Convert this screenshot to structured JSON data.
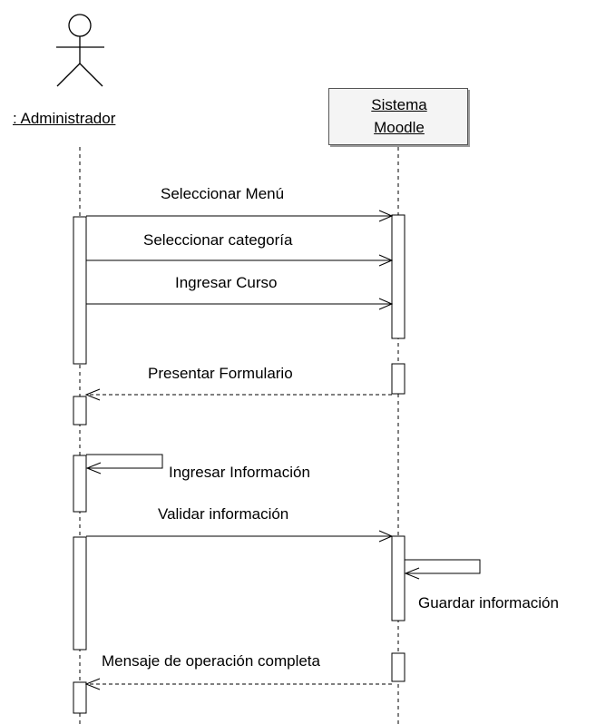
{
  "participants": {
    "actor": {
      "name": ": Administrador"
    },
    "system": {
      "name_line1": "Sistema ",
      "name_line2": "Moodle"
    }
  },
  "messages": [
    {
      "label": "Seleccionar Menú",
      "kind": "call"
    },
    {
      "label": "Seleccionar categoría",
      "kind": "call"
    },
    {
      "label": "Ingresar Curso",
      "kind": "call"
    },
    {
      "label": "Presentar Formulario",
      "kind": "return"
    },
    {
      "label": "Ingresar Información",
      "kind": "self"
    },
    {
      "label": "Validar información",
      "kind": "call"
    },
    {
      "label": "Guardar información",
      "kind": "self"
    },
    {
      "label": "Mensaje de operación completa",
      "kind": "return"
    }
  ]
}
